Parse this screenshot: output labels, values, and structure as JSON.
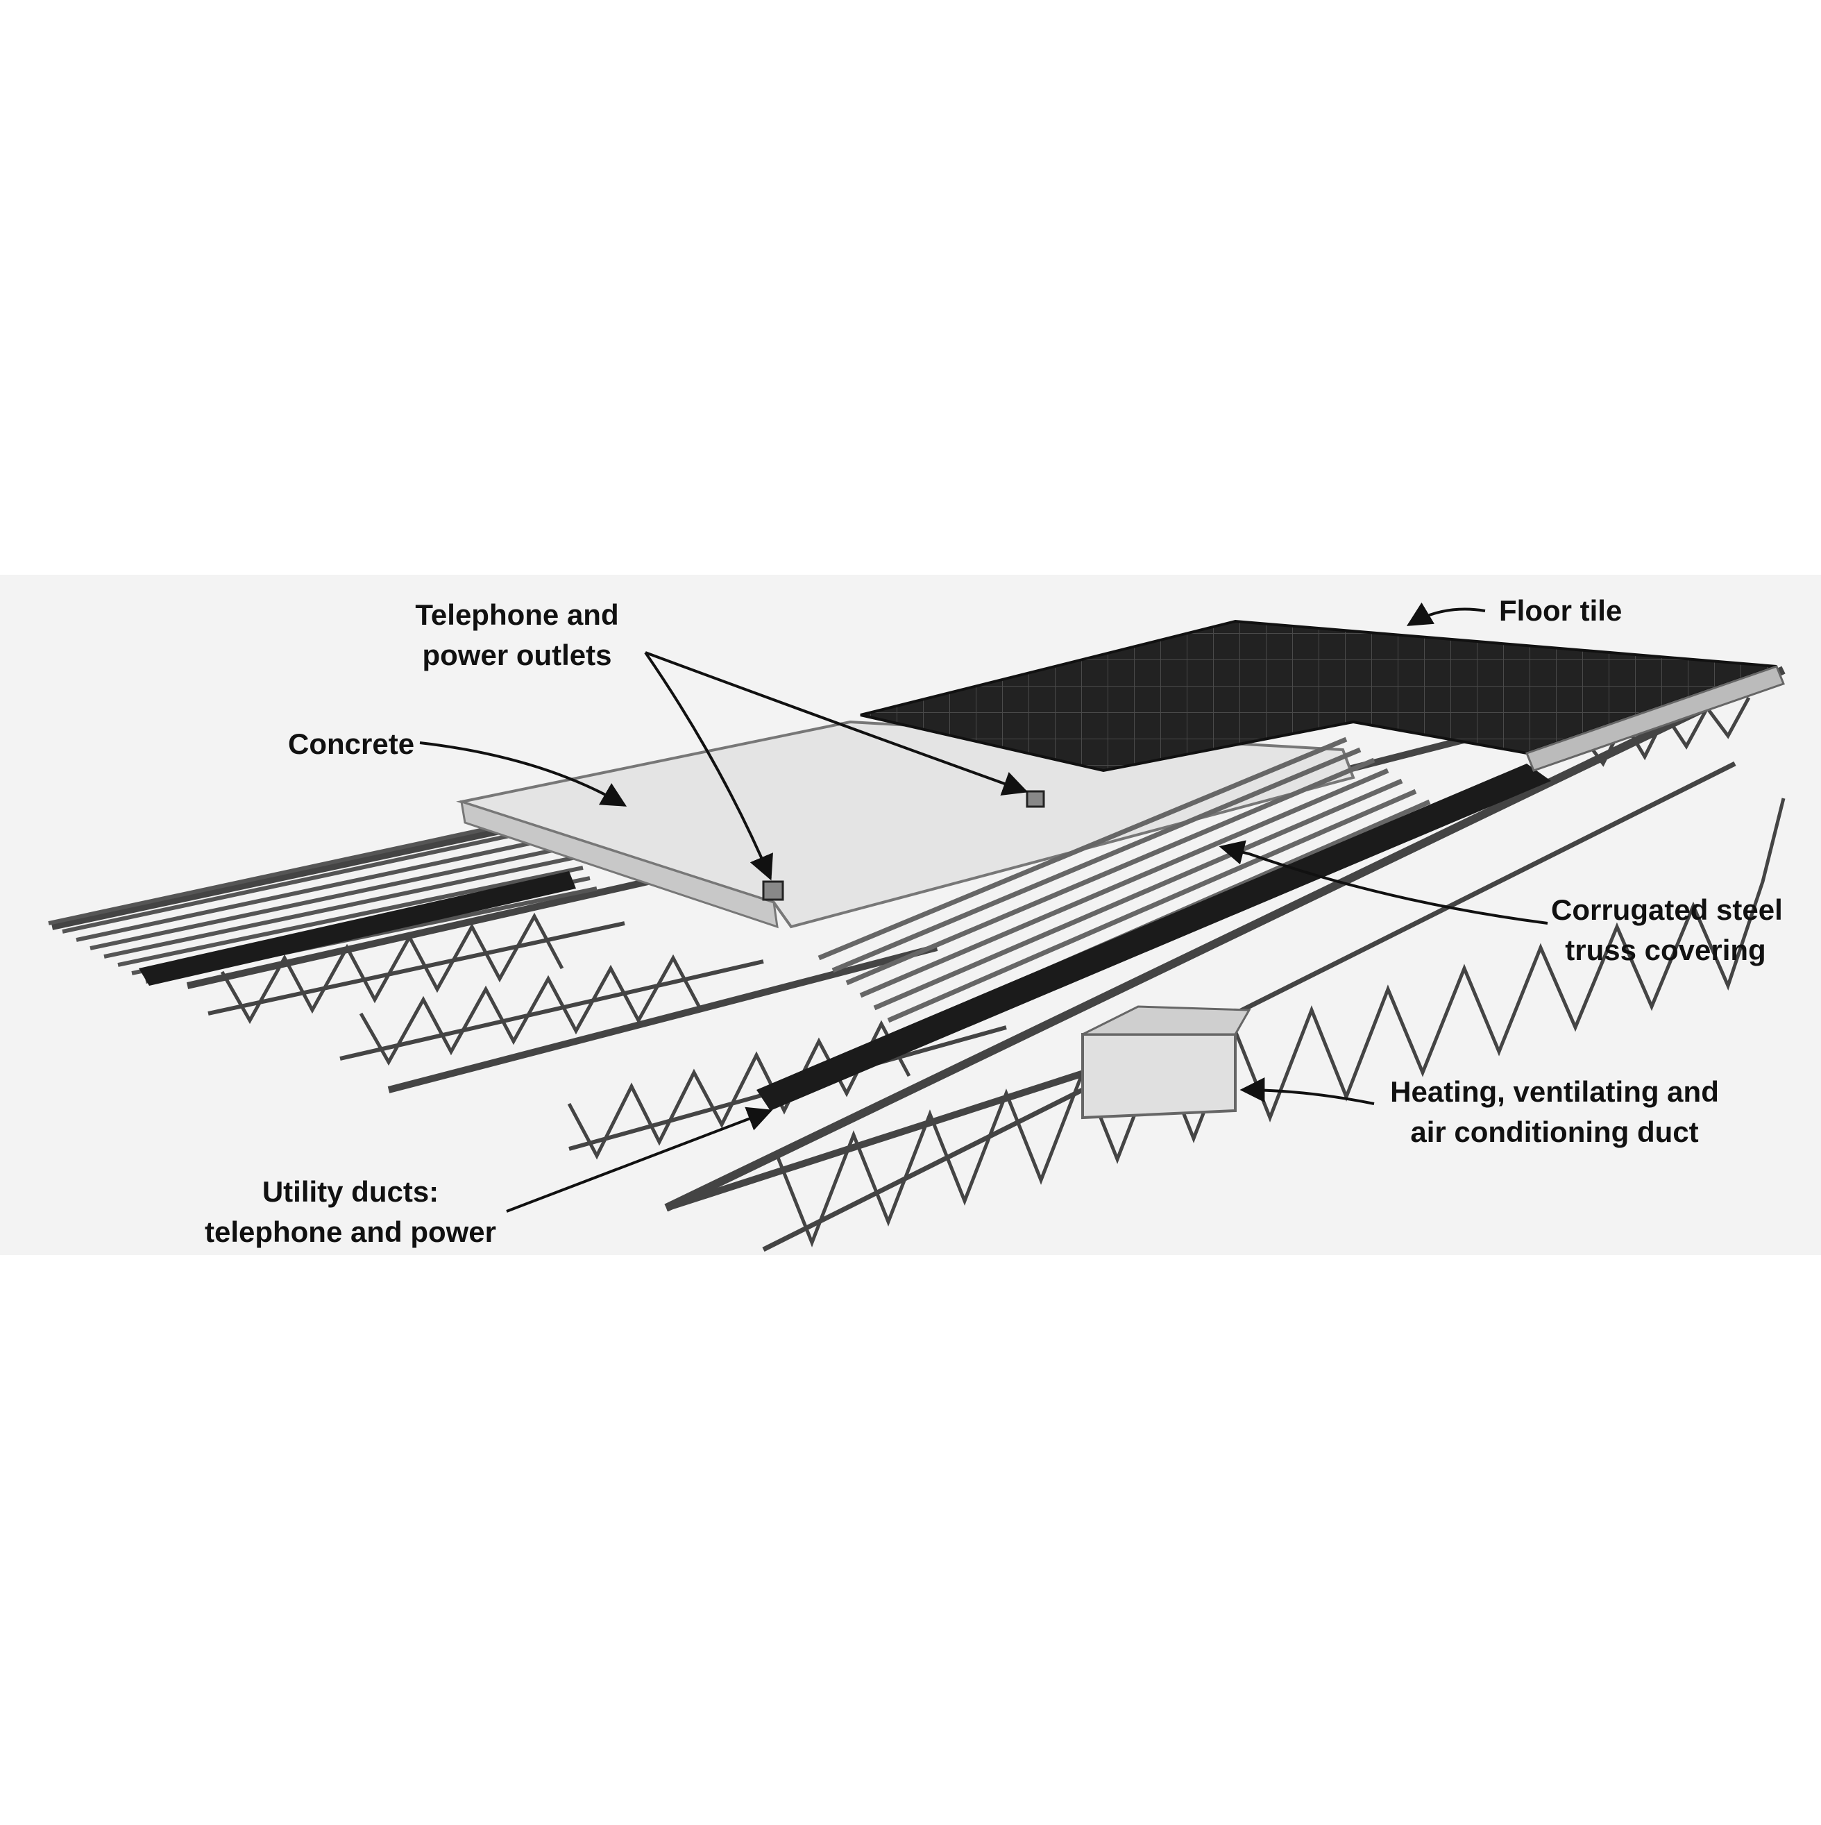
{
  "labels": {
    "telephone_outlets": {
      "line1": "Telephone and",
      "line2": "power outlets"
    },
    "floor_tile": "Floor tile",
    "concrete": "Concrete",
    "corrugated": {
      "line1": "Corrugated steel",
      "line2": "truss covering"
    },
    "hvac": {
      "line1": "Heating, ventilating and",
      "line2": "air conditioning duct"
    },
    "utility": {
      "line1": "Utility ducts:",
      "line2": "telephone and power"
    }
  },
  "colors": {
    "background": "#ffffff",
    "panel": "#f2f2f2",
    "floor_tile": "#202020",
    "concrete": "#e6e6e6",
    "steel": "#6e6e6e",
    "duct": "#1a1a1a",
    "ink": "#111111"
  }
}
